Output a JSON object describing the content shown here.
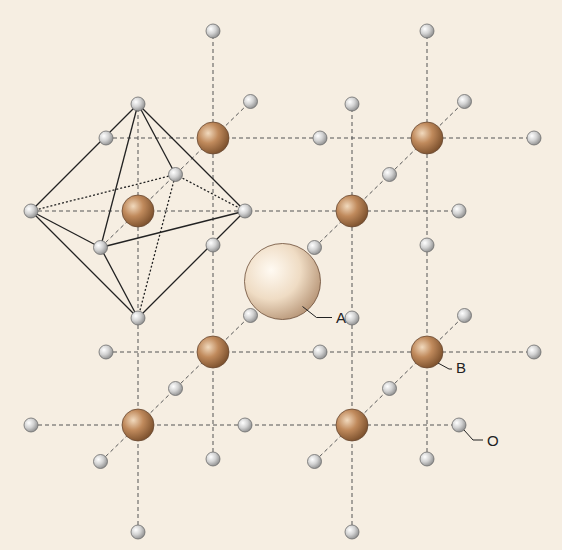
{
  "diagram": {
    "labels": [
      "A",
      "B",
      "O"
    ]
  }
}
